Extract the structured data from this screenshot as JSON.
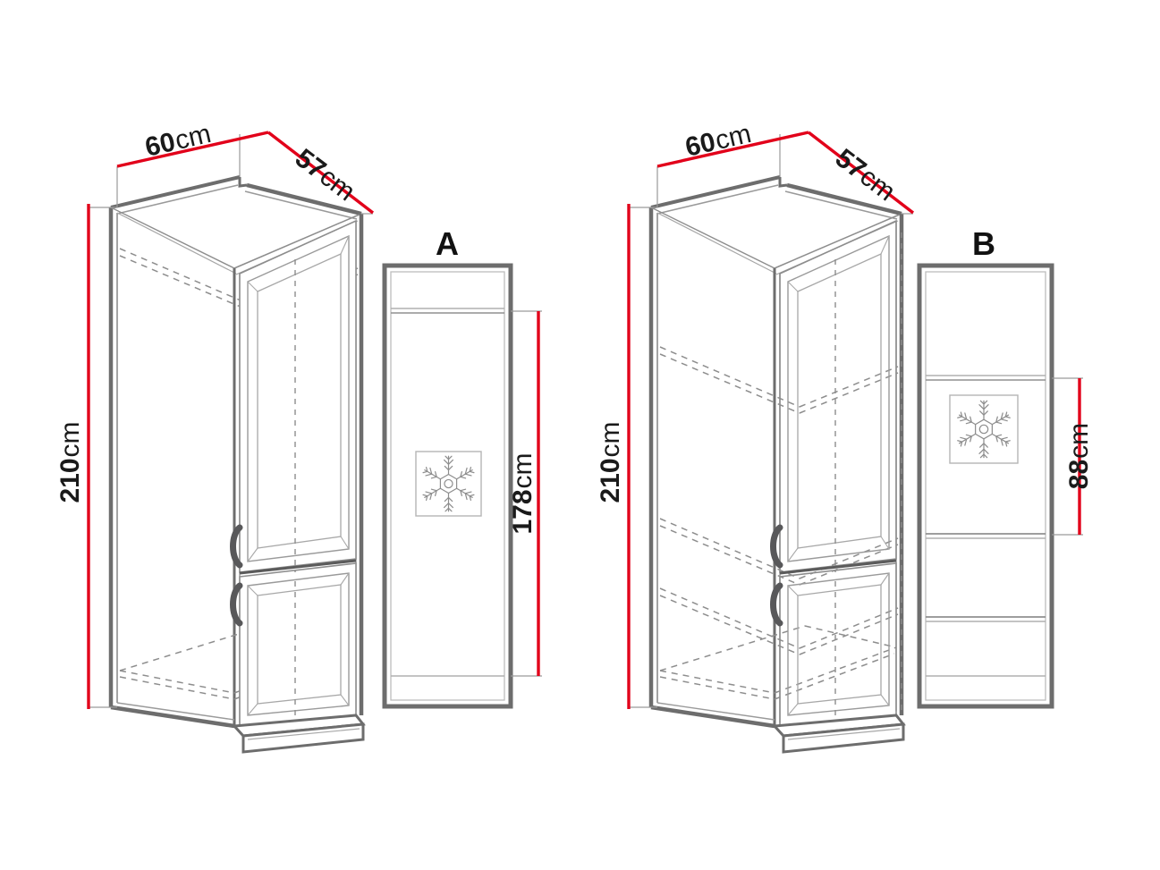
{
  "drawing": {
    "title": "Tall kitchen cabinet technical drawing",
    "background_color": "#ffffff",
    "line_color": "#5b5b5b",
    "hidden_line_color": "#8a8a8a",
    "dimension_color": "#e2001a",
    "extension_color": "#9a9a9a",
    "text_color": "#1a1a1a"
  },
  "cabinets": [
    {
      "id": "left",
      "name": "cabinet-left",
      "dimensions": {
        "width": {
          "value": "60",
          "unit": "cm"
        },
        "depth": {
          "value": "57",
          "unit": "cm"
        },
        "height": {
          "value": "210",
          "unit": "cm"
        }
      },
      "doors": [
        {
          "name": "upper-door",
          "handle": "left-c-handle"
        },
        {
          "name": "lower-door",
          "handle": "left-c-handle"
        }
      ]
    },
    {
      "id": "right",
      "name": "cabinet-right",
      "dimensions": {
        "width": {
          "value": "60",
          "unit": "cm"
        },
        "depth": {
          "value": "57",
          "unit": "cm"
        },
        "height": {
          "value": "210",
          "unit": "cm"
        }
      },
      "doors": [
        {
          "name": "upper-door",
          "handle": "left-c-handle"
        },
        {
          "name": "lower-door",
          "handle": "left-c-handle"
        }
      ],
      "shelves": 3
    }
  ],
  "panels": [
    {
      "id": "A",
      "label": "A",
      "name": "appliance-panel-a",
      "icon": "snowflake-icon",
      "dimension": {
        "value": "178",
        "unit": "cm"
      },
      "dividers": 1
    },
    {
      "id": "B",
      "label": "B",
      "name": "appliance-panel-b",
      "icon": "snowflake-icon",
      "dimension": {
        "value": "88",
        "unit": "cm"
      },
      "dividers": 3
    }
  ],
  "labels": {
    "left_width": "60",
    "left_width_unit": "cm",
    "left_depth": "57",
    "left_depth_unit": "cm",
    "left_height": "210",
    "left_height_unit": "cm",
    "right_width": "60",
    "right_width_unit": "cm",
    "right_depth": "57",
    "right_depth_unit": "cm",
    "right_height": "210",
    "right_height_unit": "cm",
    "panel_a_label": "A",
    "panel_a_dim": "178",
    "panel_a_dim_unit": "cm",
    "panel_b_label": "B",
    "panel_b_dim": "88",
    "panel_b_dim_unit": "cm"
  }
}
